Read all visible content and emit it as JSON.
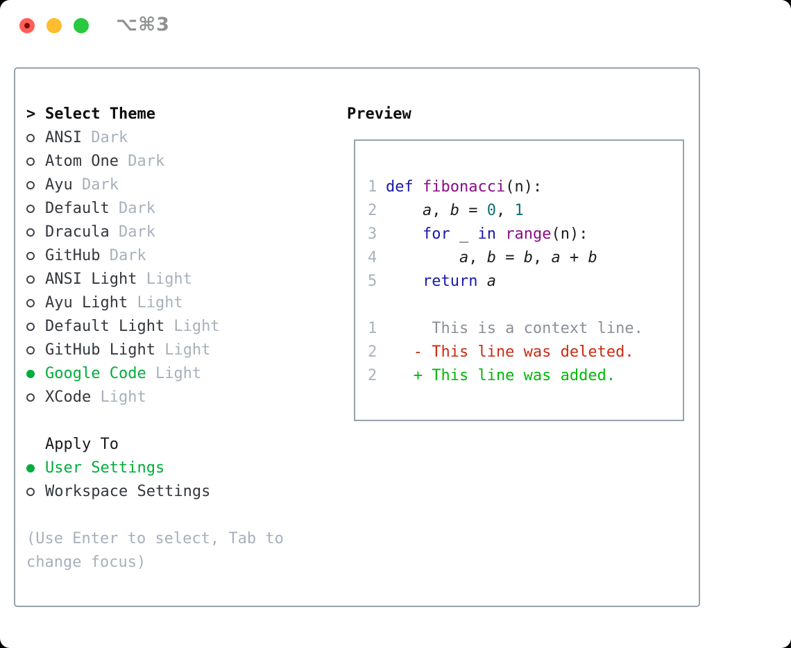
{
  "window": {
    "title": "⌥⌘3",
    "traffic_lights": [
      {
        "name": "close"
      },
      {
        "name": "minimize"
      },
      {
        "name": "zoom"
      }
    ]
  },
  "palette": {
    "tl-red": "#ff5f57",
    "tl-red-dot": "#7c0b02",
    "tl-yellow": "#febc2e",
    "tl-green": "#28c840",
    "frame": "#98a1ab",
    "bullet": "#3f434a",
    "name": "#33373d",
    "muted": "#a8b0bc",
    "sel-green": "#00ad3b",
    "lnum": "#a8b2bd",
    "kw": "#1a1aa8",
    "fn": "#8a0b8a",
    "lit": "#0d6f6f",
    "pl": "#1c1c1e",
    "ctx": "#8a9097",
    "del": "#cb2a12",
    "add": "#00b807"
  },
  "left_panel": {
    "header": {
      "marker": ">",
      "label": "Select Theme"
    },
    "themes": [
      {
        "name": "ANSI",
        "variant": "Dark",
        "selected": false
      },
      {
        "name": "Atom One",
        "variant": "Dark",
        "selected": false
      },
      {
        "name": "Ayu",
        "variant": "Dark",
        "selected": false
      },
      {
        "name": "Default",
        "variant": "Dark",
        "selected": false
      },
      {
        "name": "Dracula",
        "variant": "Dark",
        "selected": false
      },
      {
        "name": "GitHub",
        "variant": "Dark",
        "selected": false
      },
      {
        "name": "ANSI Light",
        "variant": "Light",
        "selected": false
      },
      {
        "name": "Ayu Light",
        "variant": "Light",
        "selected": false
      },
      {
        "name": "Default Light",
        "variant": "Light",
        "selected": false
      },
      {
        "name": "GitHub Light",
        "variant": "Light",
        "selected": false
      },
      {
        "name": "Google Code",
        "variant": "Light",
        "selected": true
      },
      {
        "name": "XCode",
        "variant": "Light",
        "selected": false
      }
    ],
    "apply_to": {
      "label": "Apply To",
      "options": [
        {
          "name": "User Settings",
          "selected": true
        },
        {
          "name": "Workspace Settings",
          "selected": false
        }
      ]
    },
    "help_lines": [
      "(Use Enter to select, Tab to",
      "change focus)"
    ]
  },
  "preview": {
    "label": "Preview",
    "lines": [
      {
        "num": "1",
        "tokens": [
          {
            "s": "kw",
            "t": "def"
          },
          {
            "s": "pl",
            "t": " "
          },
          {
            "s": "fn",
            "t": "fibonacci"
          },
          {
            "s": "pl",
            "t": "(n):"
          }
        ]
      },
      {
        "num": "2",
        "tokens": [
          {
            "s": "pl",
            "t": "    "
          },
          {
            "s": "var",
            "t": "a"
          },
          {
            "s": "pl",
            "t": ", "
          },
          {
            "s": "var",
            "t": "b"
          },
          {
            "s": "pl",
            "t": " = "
          },
          {
            "s": "lit",
            "t": "0"
          },
          {
            "s": "pl",
            "t": ", "
          },
          {
            "s": "lit",
            "t": "1"
          }
        ]
      },
      {
        "num": "3",
        "tokens": [
          {
            "s": "pl",
            "t": "    "
          },
          {
            "s": "kw",
            "t": "for"
          },
          {
            "s": "pl",
            "t": " _ "
          },
          {
            "s": "kw",
            "t": "in"
          },
          {
            "s": "pl",
            "t": " "
          },
          {
            "s": "fn",
            "t": "range"
          },
          {
            "s": "pl",
            "t": "(n):"
          }
        ]
      },
      {
        "num": "4",
        "tokens": [
          {
            "s": "pl",
            "t": "        "
          },
          {
            "s": "var",
            "t": "a"
          },
          {
            "s": "pl",
            "t": ", "
          },
          {
            "s": "var",
            "t": "b"
          },
          {
            "s": "pl",
            "t": " = "
          },
          {
            "s": "var",
            "t": "b"
          },
          {
            "s": "pl",
            "t": ", "
          },
          {
            "s": "var",
            "t": "a"
          },
          {
            "s": "pl",
            "t": " + "
          },
          {
            "s": "var",
            "t": "b"
          }
        ]
      },
      {
        "num": "5",
        "tokens": [
          {
            "s": "pl",
            "t": "    "
          },
          {
            "s": "kw",
            "t": "return"
          },
          {
            "s": "pl",
            "t": " "
          },
          {
            "s": "var",
            "t": "a"
          }
        ]
      },
      {
        "num": "",
        "tokens": []
      },
      {
        "num": "1",
        "tokens": [
          {
            "s": "ctx",
            "t": "     This is a context line."
          }
        ]
      },
      {
        "num": "2",
        "tokens": [
          {
            "s": "del",
            "t": "   - This line was deleted."
          }
        ]
      },
      {
        "num": "2",
        "tokens": [
          {
            "s": "add",
            "t": "   + This line was added."
          }
        ]
      }
    ]
  }
}
